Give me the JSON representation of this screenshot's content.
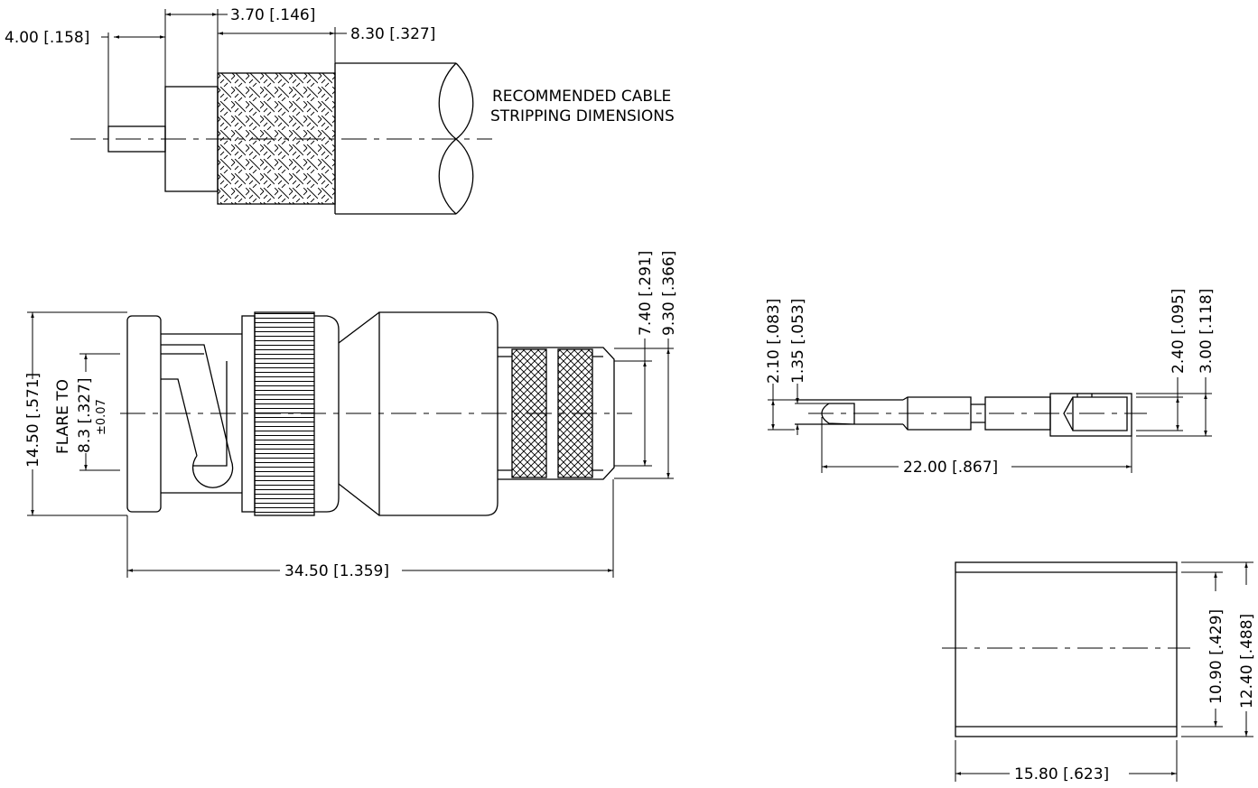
{
  "stripping": {
    "dim_pin": "4.00 [.158]",
    "dim_dielectric": "3.70 [.146]",
    "dim_braid": "8.30 [.327]",
    "note_line1": "RECOMMENDED CABLE",
    "note_line2": "STRIPPING DIMENSIONS"
  },
  "connector": {
    "dim_height": "14.50 [.571]",
    "flare_label": "FLARE TO",
    "flare_dim": "8.3 [.327]",
    "flare_tol": "±0.07",
    "dim_length": "34.50 [1.359]",
    "dim_crimp_inner": "7.40 [.291]",
    "dim_crimp_outer": "9.30 [.366]"
  },
  "pin": {
    "dim_outer_left": "2.10 [.083]",
    "dim_inner_left": "1.35 [.053]",
    "dim_length": "22.00 [.867]",
    "dim_inner_right": "2.40 [.095]",
    "dim_outer_right": "3.00 [.118]"
  },
  "ferrule": {
    "dim_inner": "10.90 [.429]",
    "dim_outer": "12.40 [.488]",
    "dim_length": "15.80 [.623]"
  }
}
